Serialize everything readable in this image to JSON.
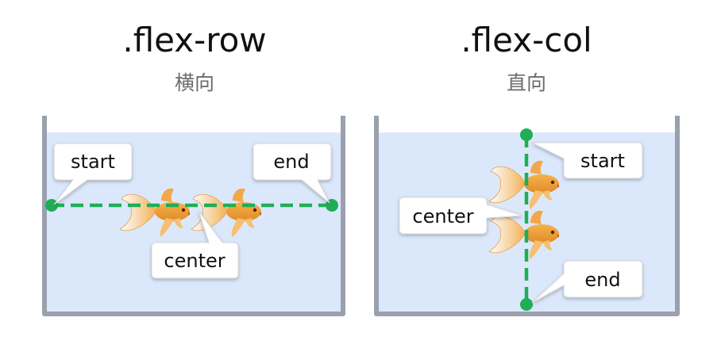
{
  "panels": [
    {
      "title": ".flex-row",
      "subtitle": "横向",
      "labels": {
        "start": "start",
        "end": "end",
        "center": "center"
      }
    },
    {
      "title": ".flex-col",
      "subtitle": "直向",
      "labels": {
        "start": "start",
        "center": "center",
        "end": "end"
      }
    }
  ],
  "colors": {
    "water": "#dbe8fb",
    "tank": "#9aa0ad",
    "axis": "#1fae55",
    "fish": "#f0a040"
  },
  "icons": [
    "goldfish-icon"
  ]
}
